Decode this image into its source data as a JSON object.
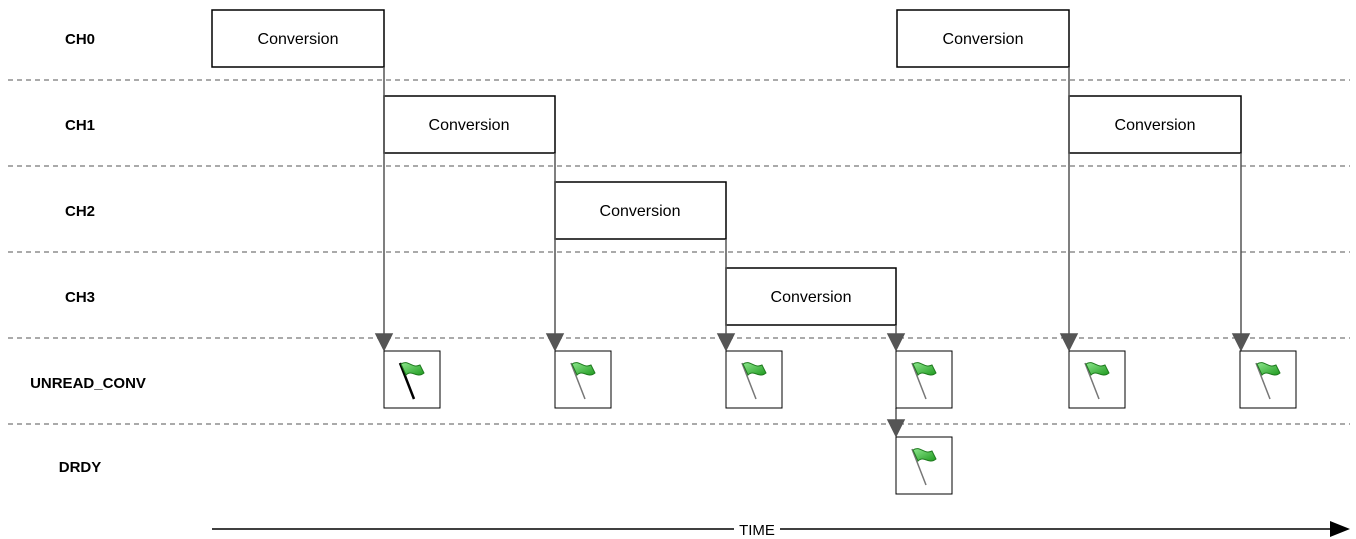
{
  "diagram": {
    "rows": [
      {
        "id": "ch0",
        "label": "CH0"
      },
      {
        "id": "ch1",
        "label": "CH1"
      },
      {
        "id": "ch2",
        "label": "CH2"
      },
      {
        "id": "ch3",
        "label": "CH3"
      },
      {
        "id": "unread",
        "label": "UNREAD_CONV"
      },
      {
        "id": "drdy",
        "label": "DRDY"
      }
    ],
    "conversion_label": "Conversion",
    "time_label": "TIME",
    "flag_icon": "green-flag-icon",
    "colors": {
      "line": "#000000",
      "dashed": "#555555",
      "arrow": "#555555",
      "flag_green": "#3cc03c",
      "flag_green_dark": "#1f7a1f"
    }
  }
}
